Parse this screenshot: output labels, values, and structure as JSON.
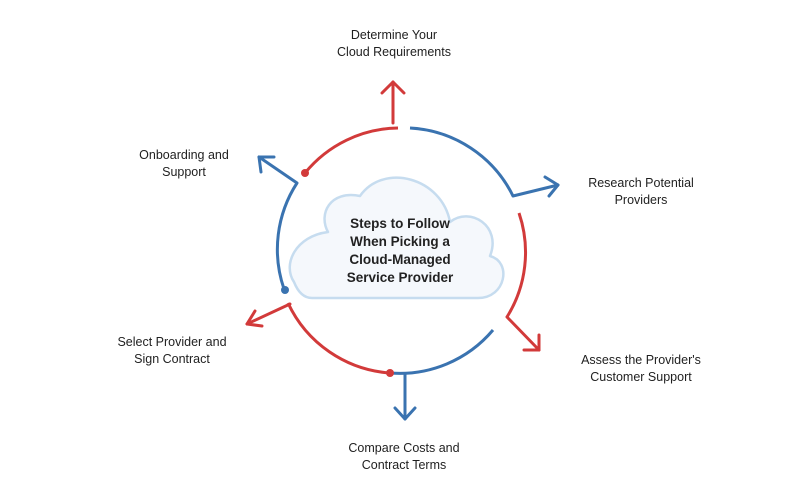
{
  "center": {
    "lines": [
      "Steps to Follow",
      "When Picking a",
      "Cloud-Managed",
      "Service Provider"
    ]
  },
  "steps": [
    {
      "lines": [
        "Determine Your",
        "Cloud Requirements"
      ]
    },
    {
      "lines": [
        "Research Potential",
        "Providers"
      ]
    },
    {
      "lines": [
        "Assess the Provider's",
        "Customer Support"
      ]
    },
    {
      "lines": [
        "Compare Costs and",
        "Contract Terms"
      ]
    },
    {
      "lines": [
        "Select Provider and",
        "Sign Contract"
      ]
    },
    {
      "lines": [
        "Onboarding and",
        "Support"
      ]
    }
  ],
  "colors": {
    "red": "#d23a3a",
    "blue": "#3a73b0",
    "cloud_stroke": "#c6dcef",
    "cloud_fill": "#f5f8fc",
    "text": "#1f1f1f"
  },
  "icons": {
    "cloud": "cloud-icon",
    "arrow": "arrow-icon"
  }
}
